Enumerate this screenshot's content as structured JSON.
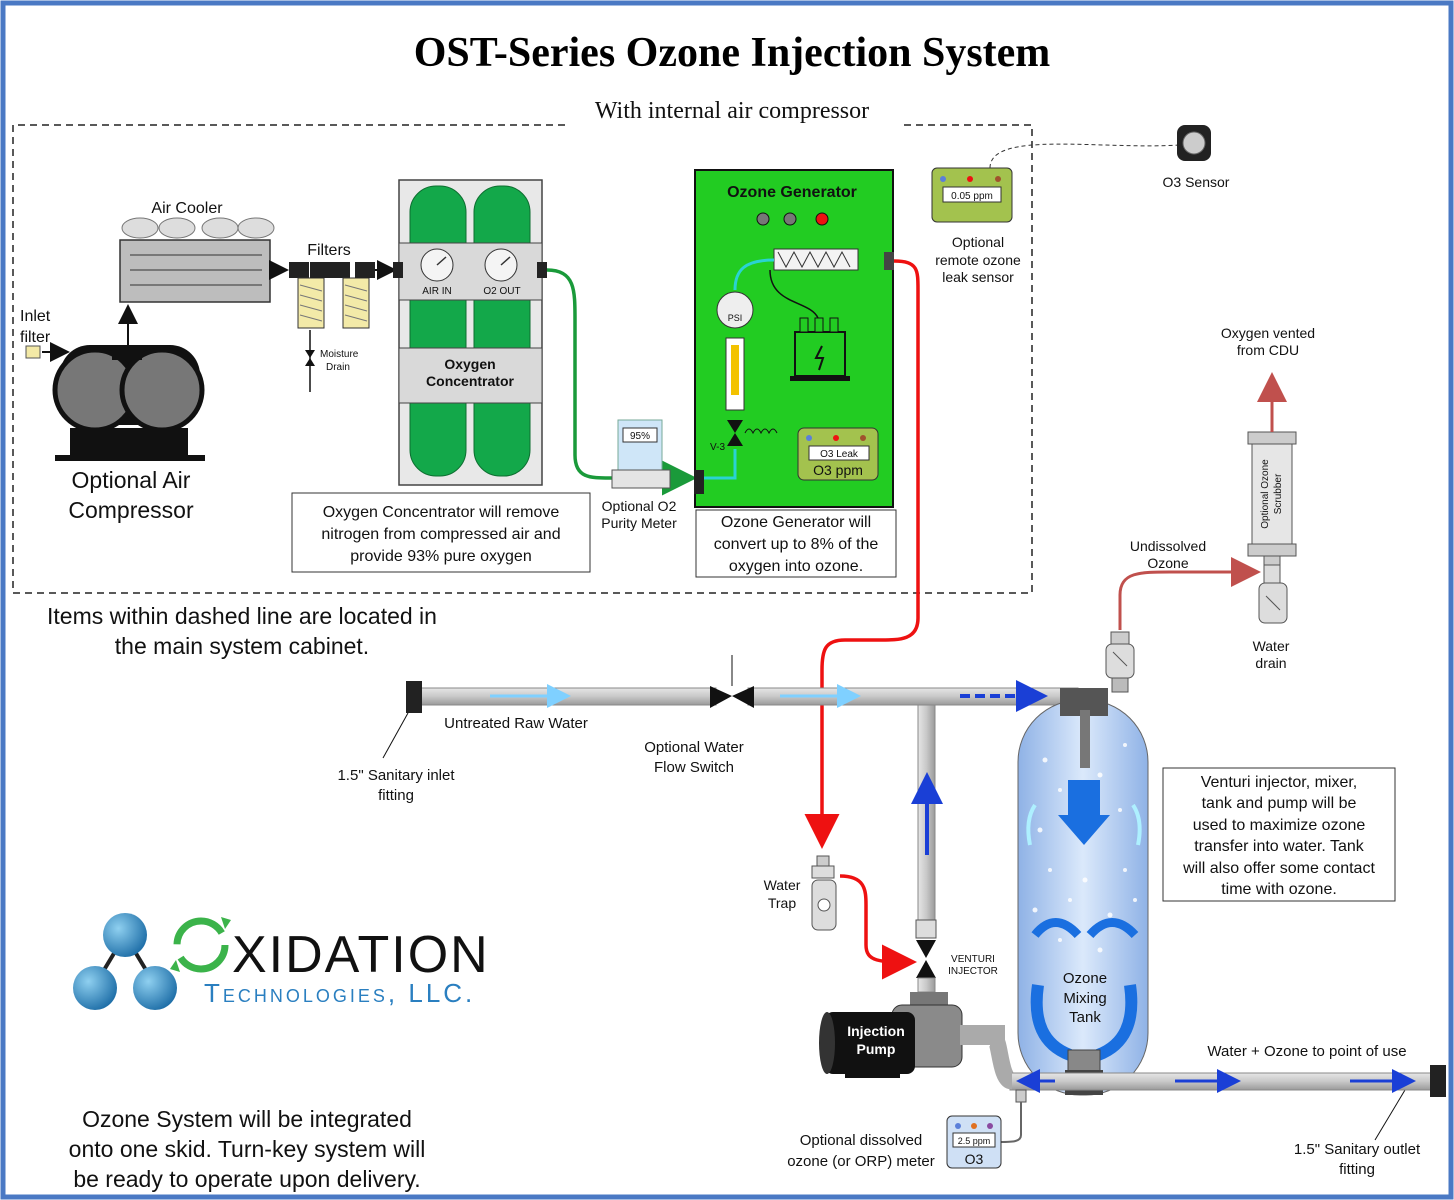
{
  "title": "OST-Series Ozone Injection System",
  "subtitle": "With internal air compressor",
  "cabinet_note": [
    "Items within dashed line are located in",
    "the main system cabinet."
  ],
  "skid_note": [
    "Ozone System will be integrated",
    "onto one skid.  Turn-key system will",
    "be ready to operate upon delivery."
  ],
  "compressor": {
    "inlet_filter": [
      "Inlet",
      "filter"
    ],
    "label": [
      "Optional Air",
      "Compressor"
    ]
  },
  "air_cooler": "Air Cooler",
  "filters": {
    "label": "Filters",
    "moisture_drain": [
      "Moisture",
      "Drain"
    ]
  },
  "concentrator": {
    "gauge_in": "AIR IN",
    "gauge_out": "O2 OUT",
    "label": [
      "Oxygen",
      "Concentrator"
    ],
    "note": [
      "Oxygen Concentrator will remove",
      "nitrogen from compressed air and",
      "provide 93% pure oxygen"
    ]
  },
  "o2_meter": {
    "display": "95%",
    "label": [
      "Optional O2",
      "Purity Meter"
    ]
  },
  "generator": {
    "title": "Ozone Generator",
    "psi": "PSI",
    "valve": "V-3",
    "leak_display": "O3 Leak",
    "leak_unit": "O3 ppm",
    "note": [
      "Ozone Generator will",
      "convert up to 8% of the",
      "oxygen into ozone."
    ]
  },
  "leak_sensor": {
    "display": "0.05 ppm",
    "label": [
      "Optional",
      "remote ozone",
      "leak sensor"
    ]
  },
  "o3_sensor": "O3 Sensor",
  "scrubber": {
    "label": [
      "Optional Ozone",
      "Scrubber"
    ],
    "vented": [
      "Oxygen vented",
      "from CDU"
    ],
    "undissolved": [
      "Undissolved",
      "Ozone"
    ],
    "water_drain": [
      "Water",
      "drain"
    ]
  },
  "piping": {
    "inlet_fitting": [
      "1.5\" Sanitary inlet",
      "fitting"
    ],
    "raw_water": "Untreated Raw Water",
    "flow_switch": [
      "Optional Water",
      "Flow Switch"
    ],
    "water_trap": [
      "Water",
      "Trap"
    ],
    "venturi": [
      "VENTURI",
      "INJECTOR"
    ],
    "pump": [
      "Injection",
      "Pump"
    ],
    "outlet_label": "Water + Ozone to point of use",
    "outlet_fitting": [
      "1.5\" Sanitary outlet",
      "fitting"
    ],
    "dissolved_meter_display": "2.5 ppm",
    "dissolved_meter_unit": "O3",
    "dissolved_meter_label": [
      "Optional dissolved",
      "ozone (or ORP) meter"
    ]
  },
  "tank": {
    "label": [
      "Ozone",
      "Mixing",
      "Tank"
    ],
    "note": [
      "Venturi injector, mixer,",
      "tank and pump will be",
      "used to maximize ozone",
      "transfer into water.  Tank",
      "will also offer some contact",
      "time with ozone."
    ]
  },
  "logo": {
    "name": "XIDATION",
    "sub": "Technologies, LLC."
  },
  "colors": {
    "border": "#4a79c4",
    "generator_green": "#22cc22",
    "concentrator_green": "#13a84a",
    "oxygen_line": "#1a9a3a",
    "ozone_line": "#e11",
    "undissolved_line": "#c0504d",
    "flow_arrow": "#1a3fd6",
    "logo_blue": "#2a7fc0",
    "logo_green": "#3bb34a"
  }
}
